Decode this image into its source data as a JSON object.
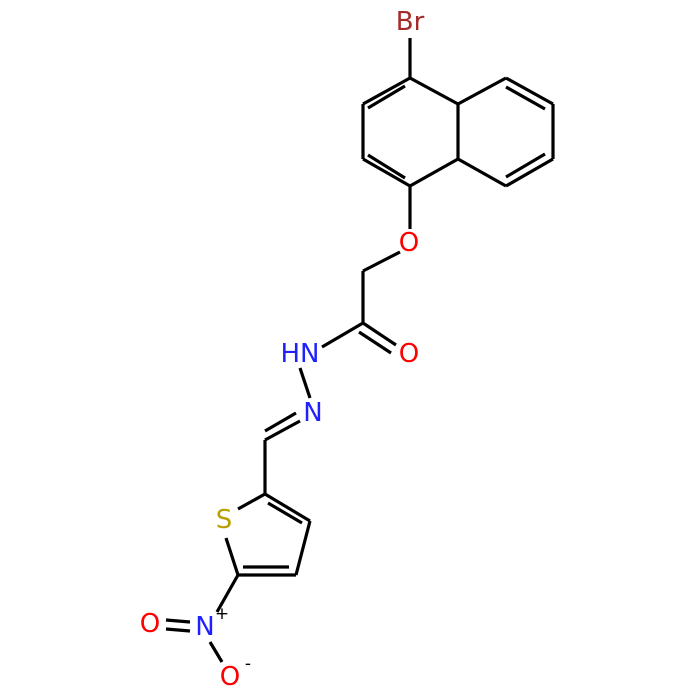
{
  "atoms": [
    {
      "id": "Br",
      "label": "Br",
      "color": "#a52a2a"
    },
    {
      "id": "O1",
      "label": "O",
      "color": "#ff0000"
    },
    {
      "id": "O2",
      "label": "O",
      "color": "#ff0000"
    },
    {
      "id": "NH",
      "label": "HN",
      "color": "#2020ff"
    },
    {
      "id": "N2",
      "label": "N",
      "color": "#2020ff"
    },
    {
      "id": "S",
      "label": "S",
      "color": "#b8a000"
    },
    {
      "id": "N3",
      "label": "N",
      "color": "#2020ff"
    },
    {
      "id": "O3",
      "label": "O",
      "color": "#ff0000"
    },
    {
      "id": "O4",
      "label": "O",
      "color": "#ff0000"
    }
  ],
  "charges": [
    {
      "id": "N3plus",
      "label": "+"
    },
    {
      "id": "O4minus",
      "label": "-"
    }
  ],
  "colors": {
    "bond": "#000000",
    "Br": "#a52a2a",
    "O": "#ff0000",
    "N": "#2020ff",
    "S": "#b8a000"
  }
}
